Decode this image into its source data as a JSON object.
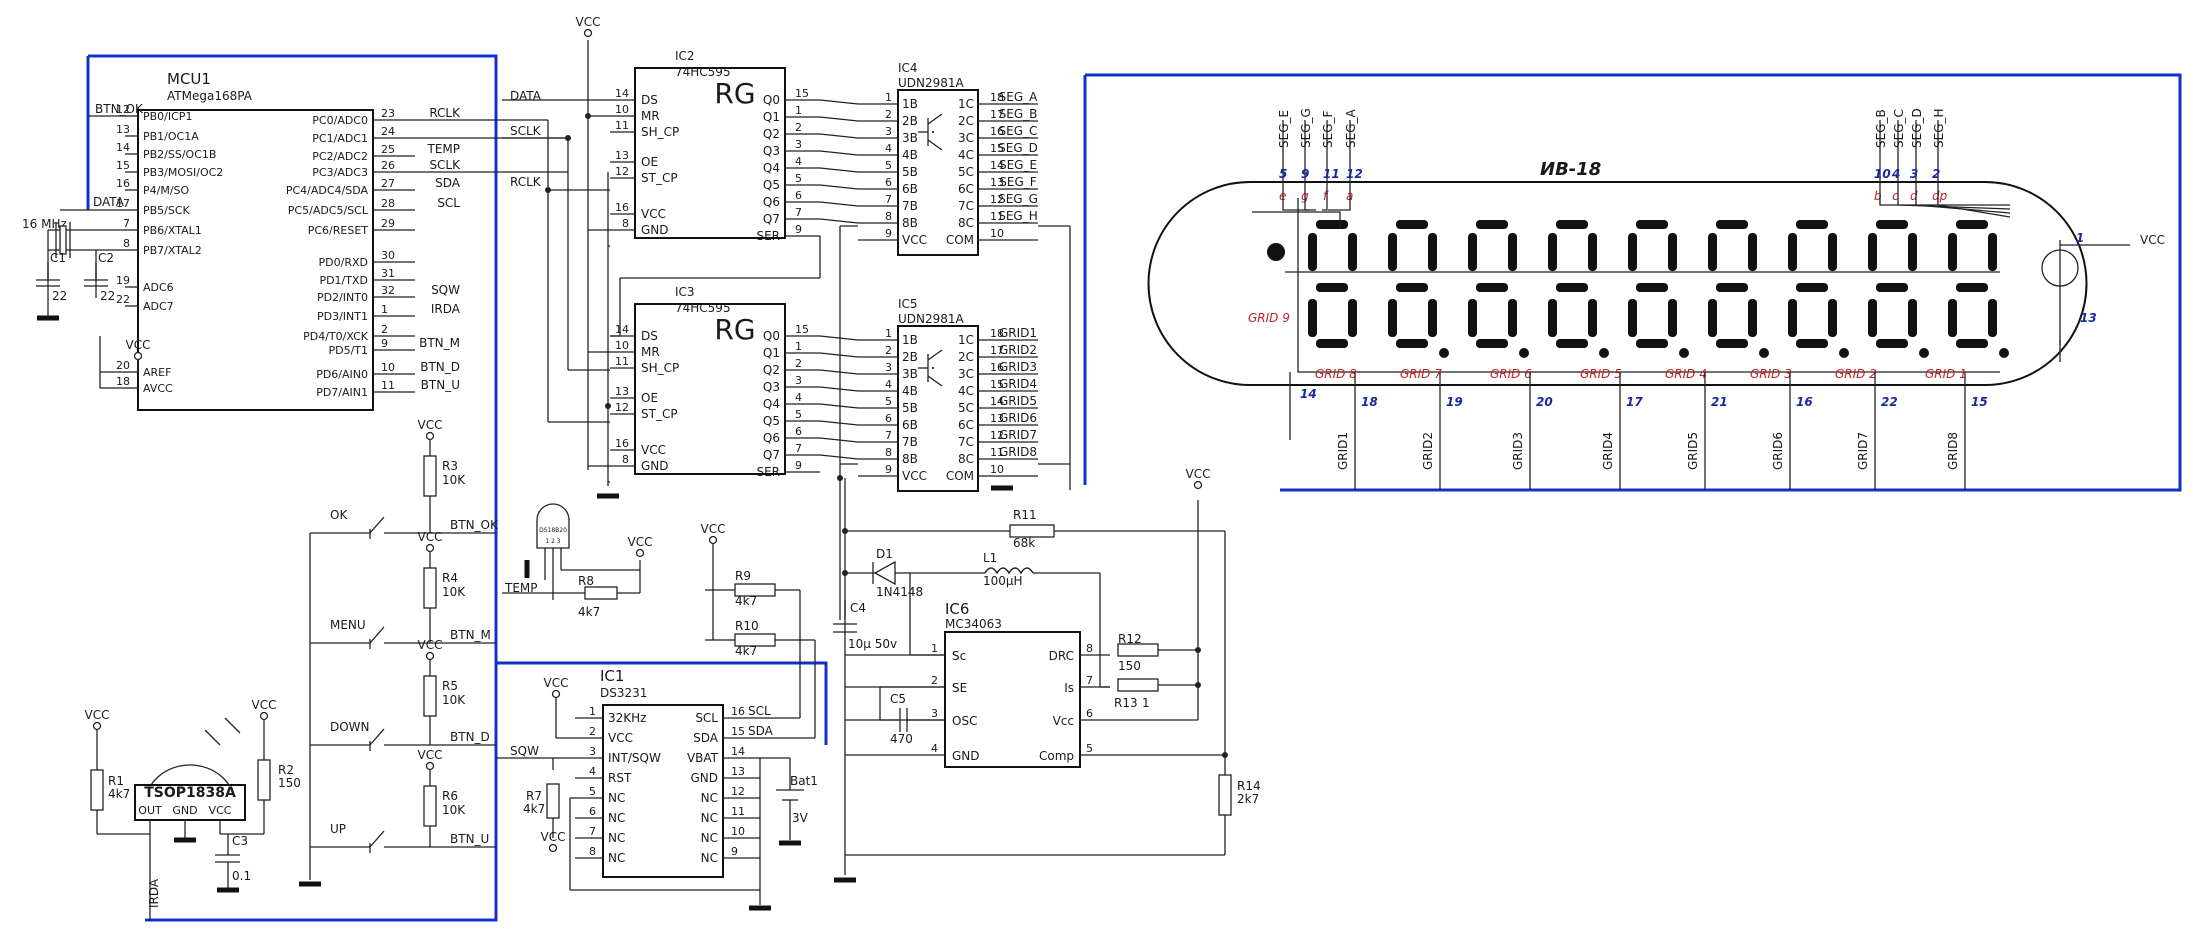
{
  "mcu": {
    "ref": "MCU1",
    "part": "ATMega168PA",
    "left_pins": [
      {
        "num": "12",
        "name": "PB0/ICP1",
        "net": "BTN_OK"
      },
      {
        "num": "13",
        "name": "PB1/OC1A",
        "net": ""
      },
      {
        "num": "14",
        "name": "PB2/SS/OC1B",
        "net": ""
      },
      {
        "num": "15",
        "name": "PB3/MOSI/OC2",
        "net": ""
      },
      {
        "num": "16",
        "name": "P4/M/SO",
        "net": ""
      },
      {
        "num": "17",
        "name": "PB5/SCK",
        "net": "DATA"
      },
      {
        "num": "7",
        "name": "PB6/XTAL1",
        "net": ""
      },
      {
        "num": "8",
        "name": "PB7/XTAL2",
        "net": ""
      },
      {
        "num": "19",
        "name": "ADC6",
        "net": ""
      },
      {
        "num": "22",
        "name": "ADC7",
        "net": ""
      },
      {
        "num": "20",
        "name": "AREF",
        "net": ""
      },
      {
        "num": "18",
        "name": "AVCC",
        "net": ""
      }
    ],
    "right_pins": [
      {
        "num": "23",
        "name": "PC0/ADC0",
        "net": "RCLK"
      },
      {
        "num": "24",
        "name": "PC1/ADC1",
        "net": ""
      },
      {
        "num": "25",
        "name": "PC2/ADC2",
        "net": "TEMP"
      },
      {
        "num": "26",
        "name": "PC3/ADC3",
        "net": "SCLK"
      },
      {
        "num": "27",
        "name": "PC4/ADC4/SDA",
        "net": "SDA"
      },
      {
        "num": "28",
        "name": "PC5/ADC5/SCL",
        "net": "SCL"
      },
      {
        "num": "29",
        "name": "PC6/RESET",
        "net": ""
      },
      {
        "num": "30",
        "name": "PD0/RXD",
        "net": ""
      },
      {
        "num": "31",
        "name": "PD1/TXD",
        "net": ""
      },
      {
        "num": "32",
        "name": "PD2/INT0",
        "net": "SQW"
      },
      {
        "num": "1",
        "name": "PD3/INT1",
        "net": "IRDA"
      },
      {
        "num": "2",
        "name": "PD4/T0/XCK",
        "net": ""
      },
      {
        "num": "9",
        "name": "PD5/T1",
        "net": "BTN_M"
      },
      {
        "num": "10",
        "name": "PD6/AIN0",
        "net": "BTN_D"
      },
      {
        "num": "11",
        "name": "PD7/AIN1",
        "net": "BTN_U"
      }
    ]
  },
  "crystal": {
    "label": "16 MHz",
    "c1": "C1",
    "c2": "C2",
    "c1v": "22",
    "c2v": "22"
  },
  "vcc": "VCC",
  "nets": {
    "data": "DATA",
    "sclk": "SCLK",
    "rclk": "RCLK"
  },
  "ic2": {
    "ref": "IC2",
    "part": "74HC595",
    "func": "RG",
    "left": [
      {
        "num": "14",
        "name": "DS"
      },
      {
        "num": "10",
        "name": "MR"
      },
      {
        "num": "11",
        "name": "SH_CP"
      },
      {
        "num": "13",
        "name": "OE"
      },
      {
        "num": "12",
        "name": "ST_CP"
      },
      {
        "num": "16",
        "name": "VCC"
      },
      {
        "num": "8",
        "name": "GND"
      }
    ],
    "right": [
      {
        "num": "15",
        "name": "Q0"
      },
      {
        "num": "1",
        "name": "Q1"
      },
      {
        "num": "2",
        "name": "Q2"
      },
      {
        "num": "3",
        "name": "Q3"
      },
      {
        "num": "4",
        "name": "Q4"
      },
      {
        "num": "5",
        "name": "Q5"
      },
      {
        "num": "6",
        "name": "Q6"
      },
      {
        "num": "7",
        "name": "Q7"
      },
      {
        "num": "9",
        "name": "SER"
      }
    ]
  },
  "ic3": {
    "ref": "IC3",
    "part": "74HC595",
    "func": "RG",
    "left": [
      {
        "num": "14",
        "name": "DS"
      },
      {
        "num": "10",
        "name": "MR"
      },
      {
        "num": "11",
        "name": "SH_CP"
      },
      {
        "num": "13",
        "name": "OE"
      },
      {
        "num": "12",
        "name": "ST_CP"
      },
      {
        "num": "16",
        "name": "VCC"
      },
      {
        "num": "8",
        "name": "GND"
      }
    ],
    "right": [
      {
        "num": "15",
        "name": "Q0"
      },
      {
        "num": "1",
        "name": "Q1"
      },
      {
        "num": "2",
        "name": "Q2"
      },
      {
        "num": "3",
        "name": "Q3"
      },
      {
        "num": "4",
        "name": "Q4"
      },
      {
        "num": "5",
        "name": "Q5"
      },
      {
        "num": "6",
        "name": "Q6"
      },
      {
        "num": "7",
        "name": "Q7"
      },
      {
        "num": "9",
        "name": "SER"
      }
    ]
  },
  "ic4": {
    "ref": "IC4",
    "part": "UDN2981A",
    "left": [
      {
        "num": "1",
        "name": "1B"
      },
      {
        "num": "2",
        "name": "2B"
      },
      {
        "num": "3",
        "name": "3B"
      },
      {
        "num": "4",
        "name": "4B"
      },
      {
        "num": "5",
        "name": "5B"
      },
      {
        "num": "6",
        "name": "6B"
      },
      {
        "num": "7",
        "name": "7B"
      },
      {
        "num": "8",
        "name": "8B"
      },
      {
        "num": "9",
        "name": "VCC"
      }
    ],
    "right": [
      {
        "num": "18",
        "name": "1C",
        "net": "SEG_A"
      },
      {
        "num": "17",
        "name": "2C",
        "net": "SEG_B"
      },
      {
        "num": "16",
        "name": "3C",
        "net": "SEG_C"
      },
      {
        "num": "15",
        "name": "4C",
        "net": "SEG_D"
      },
      {
        "num": "14",
        "name": "5C",
        "net": "SEG_E"
      },
      {
        "num": "13",
        "name": "6C",
        "net": "SEG_F"
      },
      {
        "num": "12",
        "name": "7C",
        "net": "SEG_G"
      },
      {
        "num": "11",
        "name": "8C",
        "net": "SEG_H"
      },
      {
        "num": "10",
        "name": "COM",
        "net": ""
      }
    ]
  },
  "ic5": {
    "ref": "IC5",
    "part": "UDN2981A",
    "left": [
      {
        "num": "1",
        "name": "1B"
      },
      {
        "num": "2",
        "name": "2B"
      },
      {
        "num": "3",
        "name": "3B"
      },
      {
        "num": "4",
        "name": "4B"
      },
      {
        "num": "5",
        "name": "5B"
      },
      {
        "num": "6",
        "name": "6B"
      },
      {
        "num": "7",
        "name": "7B"
      },
      {
        "num": "8",
        "name": "8B"
      },
      {
        "num": "9",
        "name": "VCC"
      }
    ],
    "right": [
      {
        "num": "18",
        "name": "1C",
        "net": "GRID1"
      },
      {
        "num": "17",
        "name": "2C",
        "net": "GRID2"
      },
      {
        "num": "16",
        "name": "3C",
        "net": "GRID3"
      },
      {
        "num": "15",
        "name": "4C",
        "net": "GRID4"
      },
      {
        "num": "14",
        "name": "5C",
        "net": "GRID5"
      },
      {
        "num": "13",
        "name": "6C",
        "net": "GRID6"
      },
      {
        "num": "12",
        "name": "7C",
        "net": "GRID7"
      },
      {
        "num": "11",
        "name": "8C",
        "net": "GRID8"
      },
      {
        "num": "10",
        "name": "COM",
        "net": ""
      }
    ]
  },
  "tube": {
    "name": "ИВ-18",
    "top_left": [
      {
        "net": "SEG_E",
        "pin": "5",
        "seg": "e"
      },
      {
        "net": "SEG_G",
        "pin": "9",
        "seg": "g"
      },
      {
        "net": "SEG_F",
        "pin": "11",
        "seg": "f"
      },
      {
        "net": "SEG_A",
        "pin": "12",
        "seg": "a"
      }
    ],
    "top_right": [
      {
        "net": "SEG_B",
        "pin": "10",
        "seg": "b"
      },
      {
        "net": "SEG_C",
        "pin": "4",
        "seg": "c"
      },
      {
        "net": "SEG_D",
        "pin": "3",
        "seg": "d"
      },
      {
        "net": "SEG_H",
        "pin": "2",
        "seg": "dp"
      }
    ],
    "grid9": "GRID 9",
    "grids": [
      {
        "label": "GRID 8",
        "pin": "18",
        "net": "GRID1"
      },
      {
        "label": "GRID 7",
        "pin": "19",
        "net": "GRID2"
      },
      {
        "label": "GRID 6",
        "pin": "20",
        "net": "GRID3"
      },
      {
        "label": "GRID 5",
        "pin": "17",
        "net": "GRID4"
      },
      {
        "label": "GRID 4",
        "pin": "21",
        "net": "GRID5"
      },
      {
        "label": "GRID 3",
        "pin": "16",
        "net": "GRID6"
      },
      {
        "label": "GRID 2",
        "pin": "22",
        "net": "GRID7"
      },
      {
        "label": "GRID 1",
        "pin": "15",
        "net": "GRID8"
      }
    ],
    "pin14": "14",
    "pin1": "1",
    "pin13": "13"
  },
  "sensor": {
    "ref": "DS18B20",
    "pins": "1 2 3",
    "net": "TEMP",
    "r8": "R8",
    "r8v": "4k7"
  },
  "resistors": [
    {
      "ref": "R3",
      "val": "10K"
    },
    {
      "ref": "R4",
      "val": "10K"
    },
    {
      "ref": "R5",
      "val": "10K"
    },
    {
      "ref": "R6",
      "val": "10K"
    },
    {
      "ref": "R1",
      "val": "4k7"
    },
    {
      "ref": "R2",
      "val": "150"
    },
    {
      "ref": "R7",
      "val": "4k7"
    },
    {
      "ref": "R9",
      "val": "4k7"
    },
    {
      "ref": "R10",
      "val": "4k7"
    },
    {
      "ref": "R11",
      "val": "68k"
    },
    {
      "ref": "R12",
      "val": "150"
    },
    {
      "ref": "R13",
      "val": "1"
    },
    {
      "ref": "R14",
      "val": "2k7"
    }
  ],
  "buttons": [
    {
      "label": "OK",
      "net": "BTN_OK"
    },
    {
      "label": "MENU",
      "net": "BTN_M"
    },
    {
      "label": "DOWN",
      "net": "BTN_D"
    },
    {
      "label": "UP",
      "net": "BTN_U"
    }
  ],
  "ir": {
    "part": "TSOP1838A",
    "pins": [
      "OUT",
      "GND",
      "VCC"
    ],
    "c3": "C3",
    "c3v": "0.1",
    "net": "IRDA"
  },
  "rtc": {
    "ref": "IC1",
    "part": "DS3231",
    "left": [
      {
        "num": "1",
        "name": "32KHz"
      },
      {
        "num": "2",
        "name": "VCC"
      },
      {
        "num": "3",
        "name": "INT/SQW"
      },
      {
        "num": "4",
        "name": "RST"
      },
      {
        "num": "5",
        "name": "NC"
      },
      {
        "num": "6",
        "name": "NC"
      },
      {
        "num": "7",
        "name": "NC"
      },
      {
        "num": "8",
        "name": "NC"
      }
    ],
    "right": [
      {
        "num": "16",
        "name": "SCL",
        "net": "SCL"
      },
      {
        "num": "15",
        "name": "SDA",
        "net": "SDA"
      },
      {
        "num": "14",
        "name": "VBAT",
        "net": ""
      },
      {
        "num": "13",
        "name": "GND",
        "net": ""
      },
      {
        "num": "12",
        "name": "NC",
        "net": ""
      },
      {
        "num": "11",
        "name": "NC",
        "net": ""
      },
      {
        "num": "10",
        "name": "NC",
        "net": ""
      },
      {
        "num": "9",
        "name": "NC",
        "net": ""
      }
    ],
    "sqw": "SQW",
    "bat": "Bat1",
    "batv": "3V"
  },
  "boost": {
    "ref": "IC6",
    "part": "MC34063",
    "left": [
      {
        "num": "1",
        "name": "Sc"
      },
      {
        "num": "2",
        "name": "SE"
      },
      {
        "num": "3",
        "name": "OSC"
      },
      {
        "num": "4",
        "name": "GND"
      }
    ],
    "right": [
      {
        "num": "8",
        "name": "DRC"
      },
      {
        "num": "7",
        "name": "Is"
      },
      {
        "num": "6",
        "name": "Vcc"
      },
      {
        "num": "5",
        "name": "Comp"
      }
    ],
    "d1": "D1",
    "d1v": "1N4148",
    "l1": "L1",
    "l1v": "100µH",
    "c4": "C4",
    "c4v": "10µ 50v",
    "c5": "C5",
    "c5v": "470"
  }
}
